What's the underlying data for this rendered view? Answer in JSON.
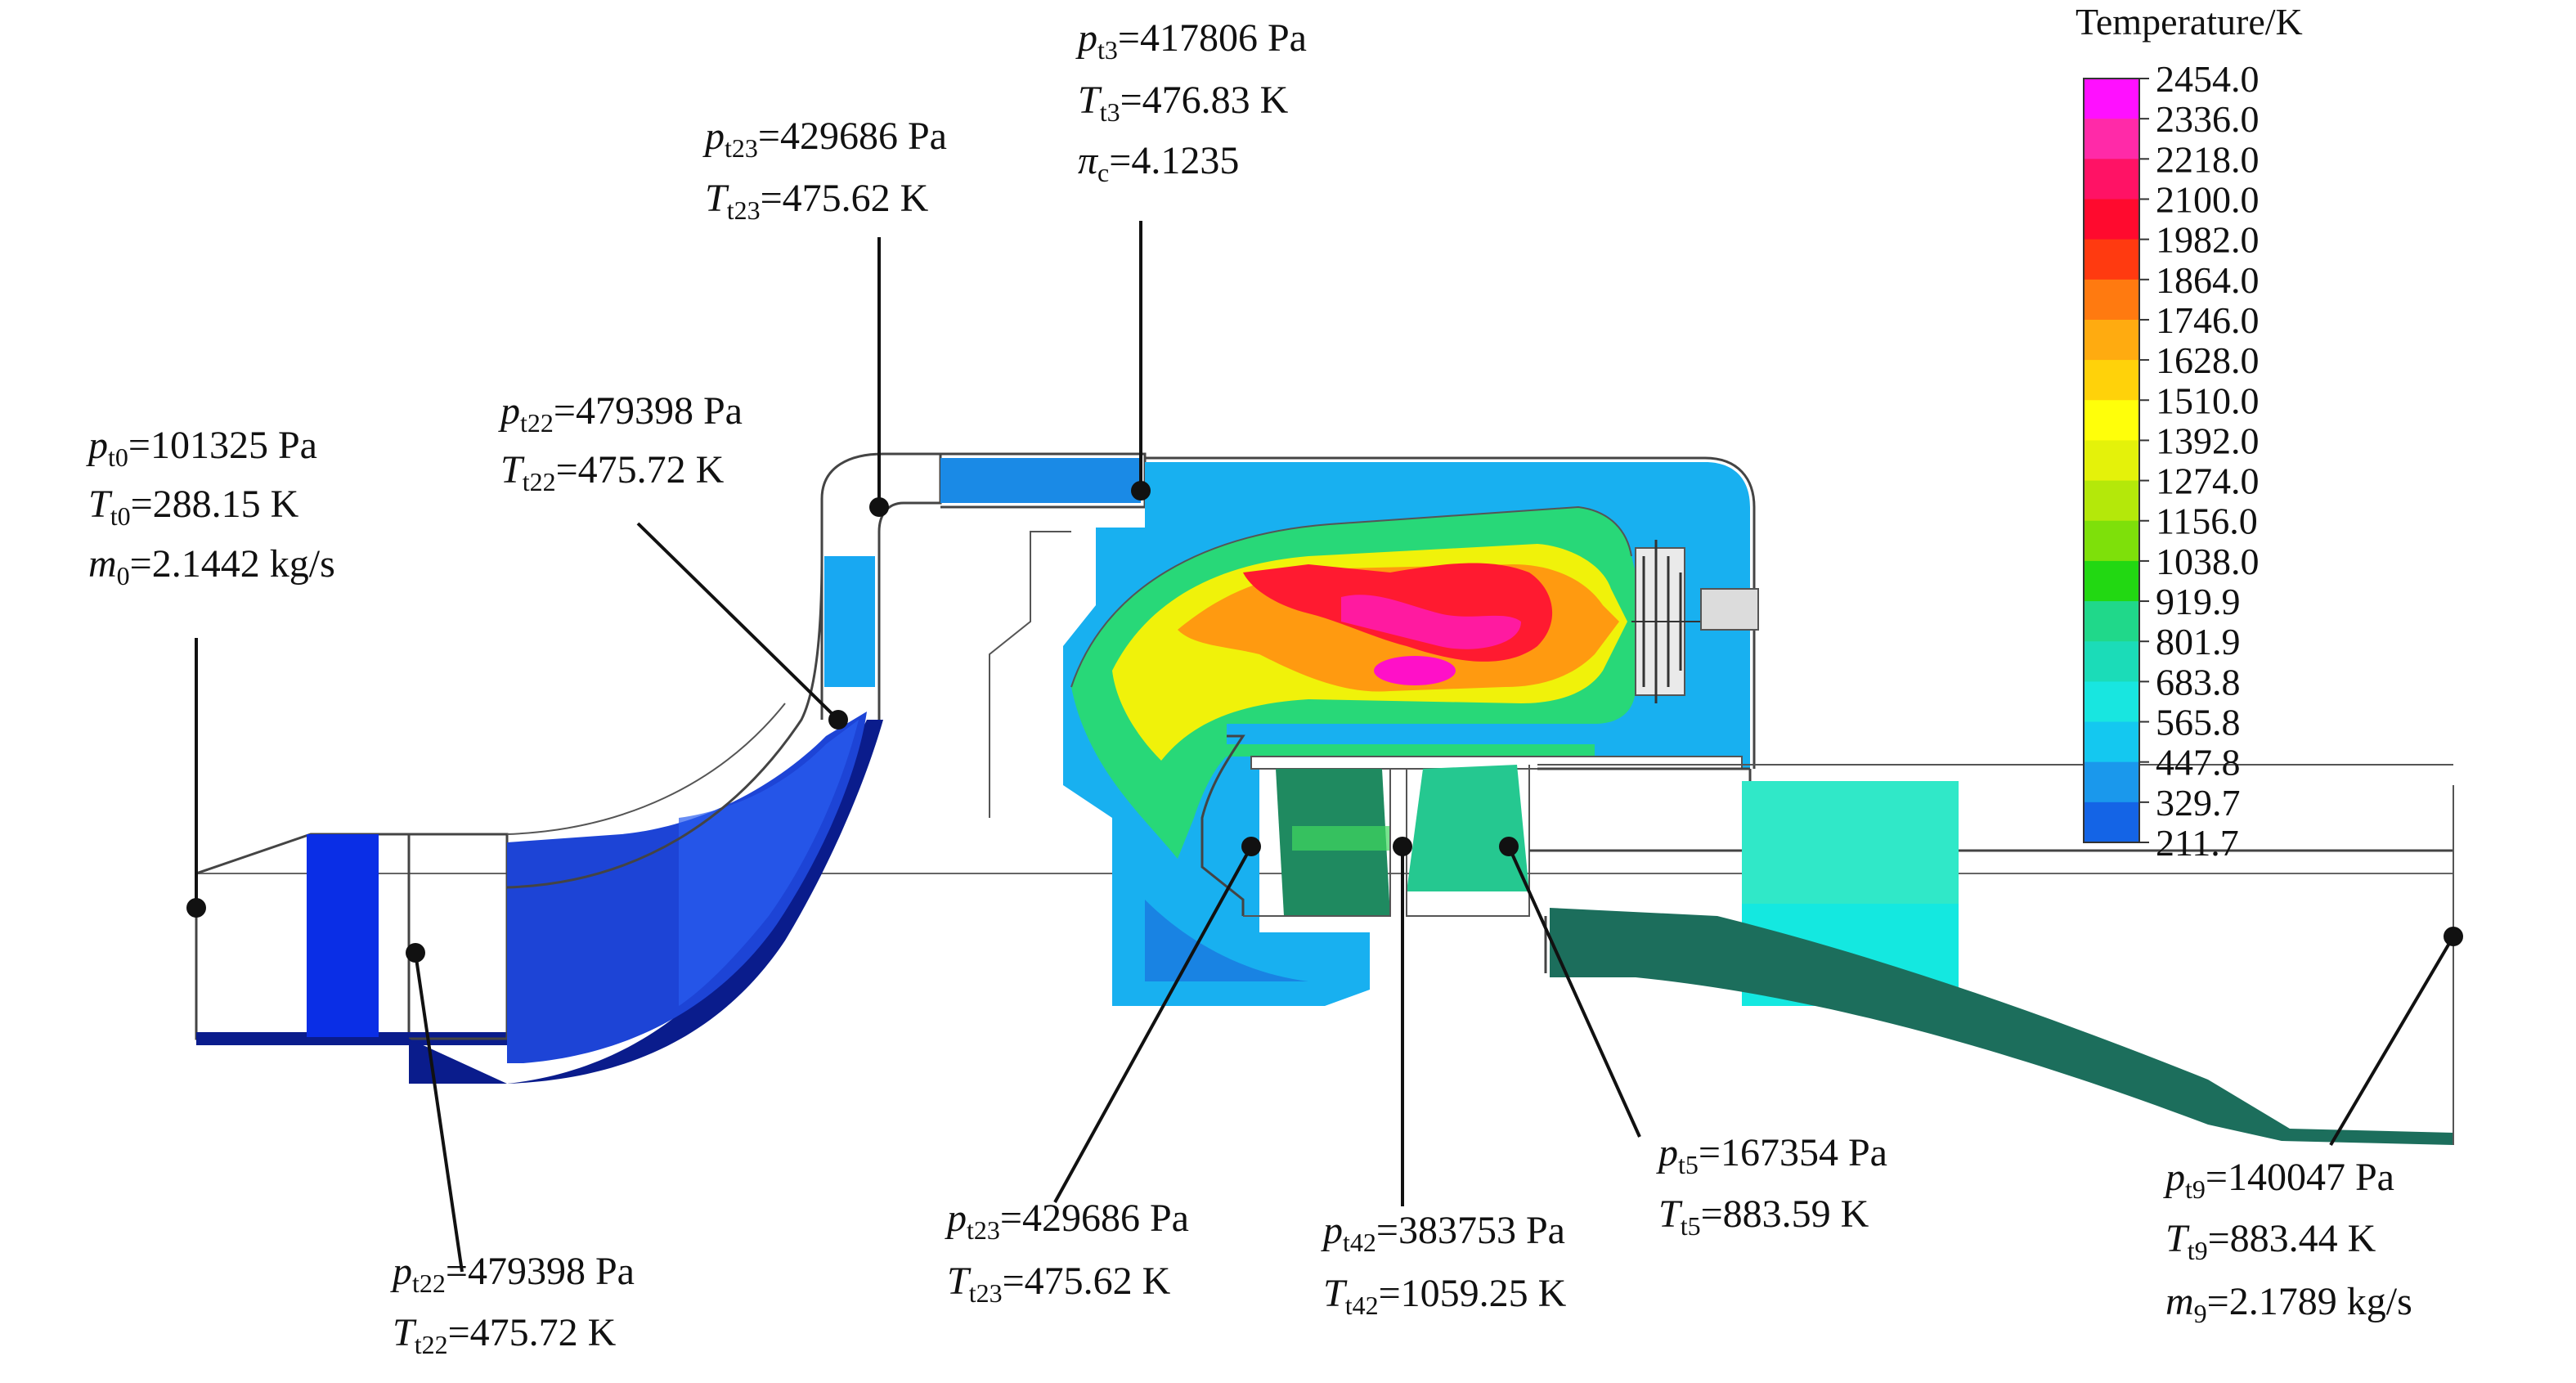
{
  "legend": {
    "title": "Temperature/K",
    "ticks": [
      "2454.0",
      "2336.0",
      "2218.0",
      "2100.0",
      "1982.0",
      "1864.0",
      "1746.0",
      "1628.0",
      "1510.0",
      "1392.0",
      "1274.0",
      "1156.0",
      "1038.0",
      "919.9",
      "801.9",
      "683.8",
      "565.8",
      "447.8",
      "329.7",
      "211.7"
    ],
    "colors": [
      "#ff10ff",
      "#ff2aa8",
      "#ff1265",
      "#ff0a2e",
      "#ff3a10",
      "#ff7a10",
      "#ffab10",
      "#ffd20a",
      "#ffff0a",
      "#e4f20a",
      "#b4e80a",
      "#7ee00a",
      "#22d812",
      "#20d88a",
      "#1bdcb8",
      "#18e6e0",
      "#14c8f0",
      "#1a98ec",
      "#1464e6",
      "#0a32e8"
    ]
  },
  "annotations": {
    "inlet": {
      "p_sub": "t0",
      "p_val": "=101325 Pa",
      "T_sub": "t0",
      "T_val": "=288.15 K",
      "m_sub": "0",
      "m_val": "=2.1442 kg/s"
    },
    "comp_inlet": {
      "p_sub": "t22",
      "p_val": "=479398 Pa",
      "T_sub": "t22",
      "T_val": "=475.72 K"
    },
    "comp_mid": {
      "p_sub": "t22",
      "p_val": "=479398 Pa",
      "T_sub": "t22",
      "T_val": "=475.72 K"
    },
    "diffuser": {
      "p_sub": "t23",
      "p_val": "=429686 Pa",
      "T_sub": "t23",
      "T_val": "=475.62 K"
    },
    "comp_exit": {
      "p_sub": "t3",
      "p_val": "=417806 Pa",
      "T_sub": "t3",
      "T_val": "=476.83 K",
      "pi_sub": "c",
      "pi_val": "=4.1235"
    },
    "comb_exit": {
      "p_sub": "t23",
      "p_val": "=429686 Pa",
      "T_sub": "t23",
      "T_val": "=475.62 K"
    },
    "turb_inlet": {
      "p_sub": "t42",
      "p_val": "=383753 Pa",
      "T_sub": "t42",
      "T_val": "=1059.25 K"
    },
    "turb_exit": {
      "p_sub": "t5",
      "p_val": "=167354 Pa",
      "T_sub": "t5",
      "T_val": "=883.59 K"
    },
    "nozzle": {
      "p_sub": "t9",
      "p_val": "=140047 Pa",
      "T_sub": "t9",
      "T_val": "=883.44 K",
      "m_sub": "9",
      "m_val": "=2.1789 kg/s"
    }
  },
  "symbols": {
    "p": "p",
    "T": "T",
    "m": "m",
    "pi": "π"
  },
  "colors": {
    "inlet_blue": "#0a2ee6",
    "dark_blue": "#0a1c8c",
    "casing_cyan": "#18a8f2",
    "turbine_green": "#1f7a5a",
    "nozzle_teal": "#1c6e5c",
    "cyan_light": "#30f0d8",
    "cyan_pale": "#10e8e8"
  }
}
